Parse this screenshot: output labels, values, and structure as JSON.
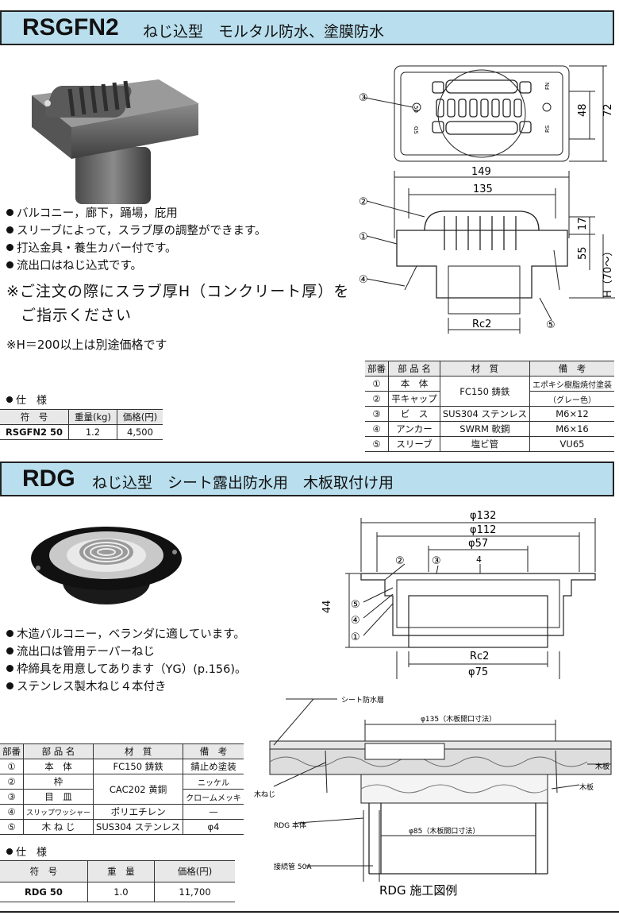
{
  "section1": {
    "code": "RSGFN2",
    "subtitle": "ねじ込型　モルタル防水、塗膜防水",
    "bullets": [
      "バルコニー，廊下，踊場，庇用",
      "スリーブによって，スラブ厚の調整ができます。",
      "打込金具・養生カバー付です。",
      "流出口はねじ込式です。"
    ],
    "note_big_1": "※ご注文の際にスラブ厚H（コンクリート厚）を",
    "note_big_2": "ご指示ください",
    "note_small": "※H＝200以上は別途価格です",
    "spec_label": "仕　様",
    "spec_headers": [
      "符　号",
      "重量(kg)",
      "価格(円)"
    ],
    "spec_row": [
      "RSGFN2 50",
      "1.2",
      "4,500"
    ],
    "parts_headers": [
      "部番",
      "部 品 名",
      "材　質",
      "備　考"
    ],
    "parts": [
      [
        "①",
        "本　体",
        "FC150 鋳鉄",
        "エポキシ樹脂焼付塗装"
      ],
      [
        "②",
        "平キャップ",
        "",
        "（グレー色）"
      ],
      [
        "③",
        "ビ　ス",
        "SUS304 ステンレス",
        "M6×12"
      ],
      [
        "④",
        "アンカー",
        "SWRM 軟鋼",
        "M6×16"
      ],
      [
        "⑤",
        "スリーブ",
        "塩ビ管",
        "VU65"
      ]
    ],
    "drawing": {
      "dim_149": "149",
      "dim_135": "135",
      "dim_48": "48",
      "dim_72": "72",
      "dim_17": "17",
      "dim_55": "55",
      "dim_h": "H（70～）",
      "dim_rc2": "Rc2",
      "c1": "①",
      "c2": "②",
      "c3": "③",
      "c4": "④",
      "c5": "⑤",
      "plate_l1": "50",
      "plate_l2": "GS",
      "plate_r1": "FN",
      "plate_r2": "RS"
    }
  },
  "section2": {
    "code": "RDG",
    "subtitle": "ねじ込型　シート露出防水用　木板取付け用",
    "bullets": [
      "木造バルコニー，ベランダに適しています。",
      "流出口は管用テーパーねじ",
      "枠締具を用意してあります（YG）(p.156)。",
      "ステンレス製木ねじ４本付き"
    ],
    "parts_headers": [
      "部番",
      "部 品 名",
      "材　質",
      "備　考"
    ],
    "parts": [
      [
        "①",
        "本　体",
        "FC150 鋳鉄",
        "錆止め塗装"
      ],
      [
        "②",
        "枠",
        "CAC202 黄銅",
        "ニッケル"
      ],
      [
        "③",
        "目　皿",
        "",
        "クロームメッキ"
      ],
      [
        "④",
        "スリップワッシャー",
        "ポリエチレン",
        "—"
      ],
      [
        "⑤",
        "木 ね じ",
        "SUS304 ステンレス",
        "φ4"
      ]
    ],
    "spec_label": "仕　様",
    "spec_headers": [
      "符　号",
      "重　量",
      "価格(円)"
    ],
    "spec_row": [
      "RDG 50",
      "1.0",
      "11,700"
    ],
    "drawing": {
      "d132": "φ132",
      "d112": "φ112",
      "d57": "φ57",
      "d75": "φ75",
      "rc2": "Rc2",
      "h44": "44",
      "h4": "4",
      "c1": "①",
      "c2": "②",
      "c3": "③",
      "c4": "④",
      "c5": "⑤"
    },
    "install": {
      "sheet": "シート防水層",
      "open135": "φ135（木板開口寸法）",
      "wood1": "木板",
      "wood2": "木板",
      "screw": "木ねじ",
      "body": "RDG 本体",
      "open85": "φ85（木板開口寸法）",
      "pipe": "接続管 50A",
      "caption": "RDG 施工図例"
    }
  }
}
